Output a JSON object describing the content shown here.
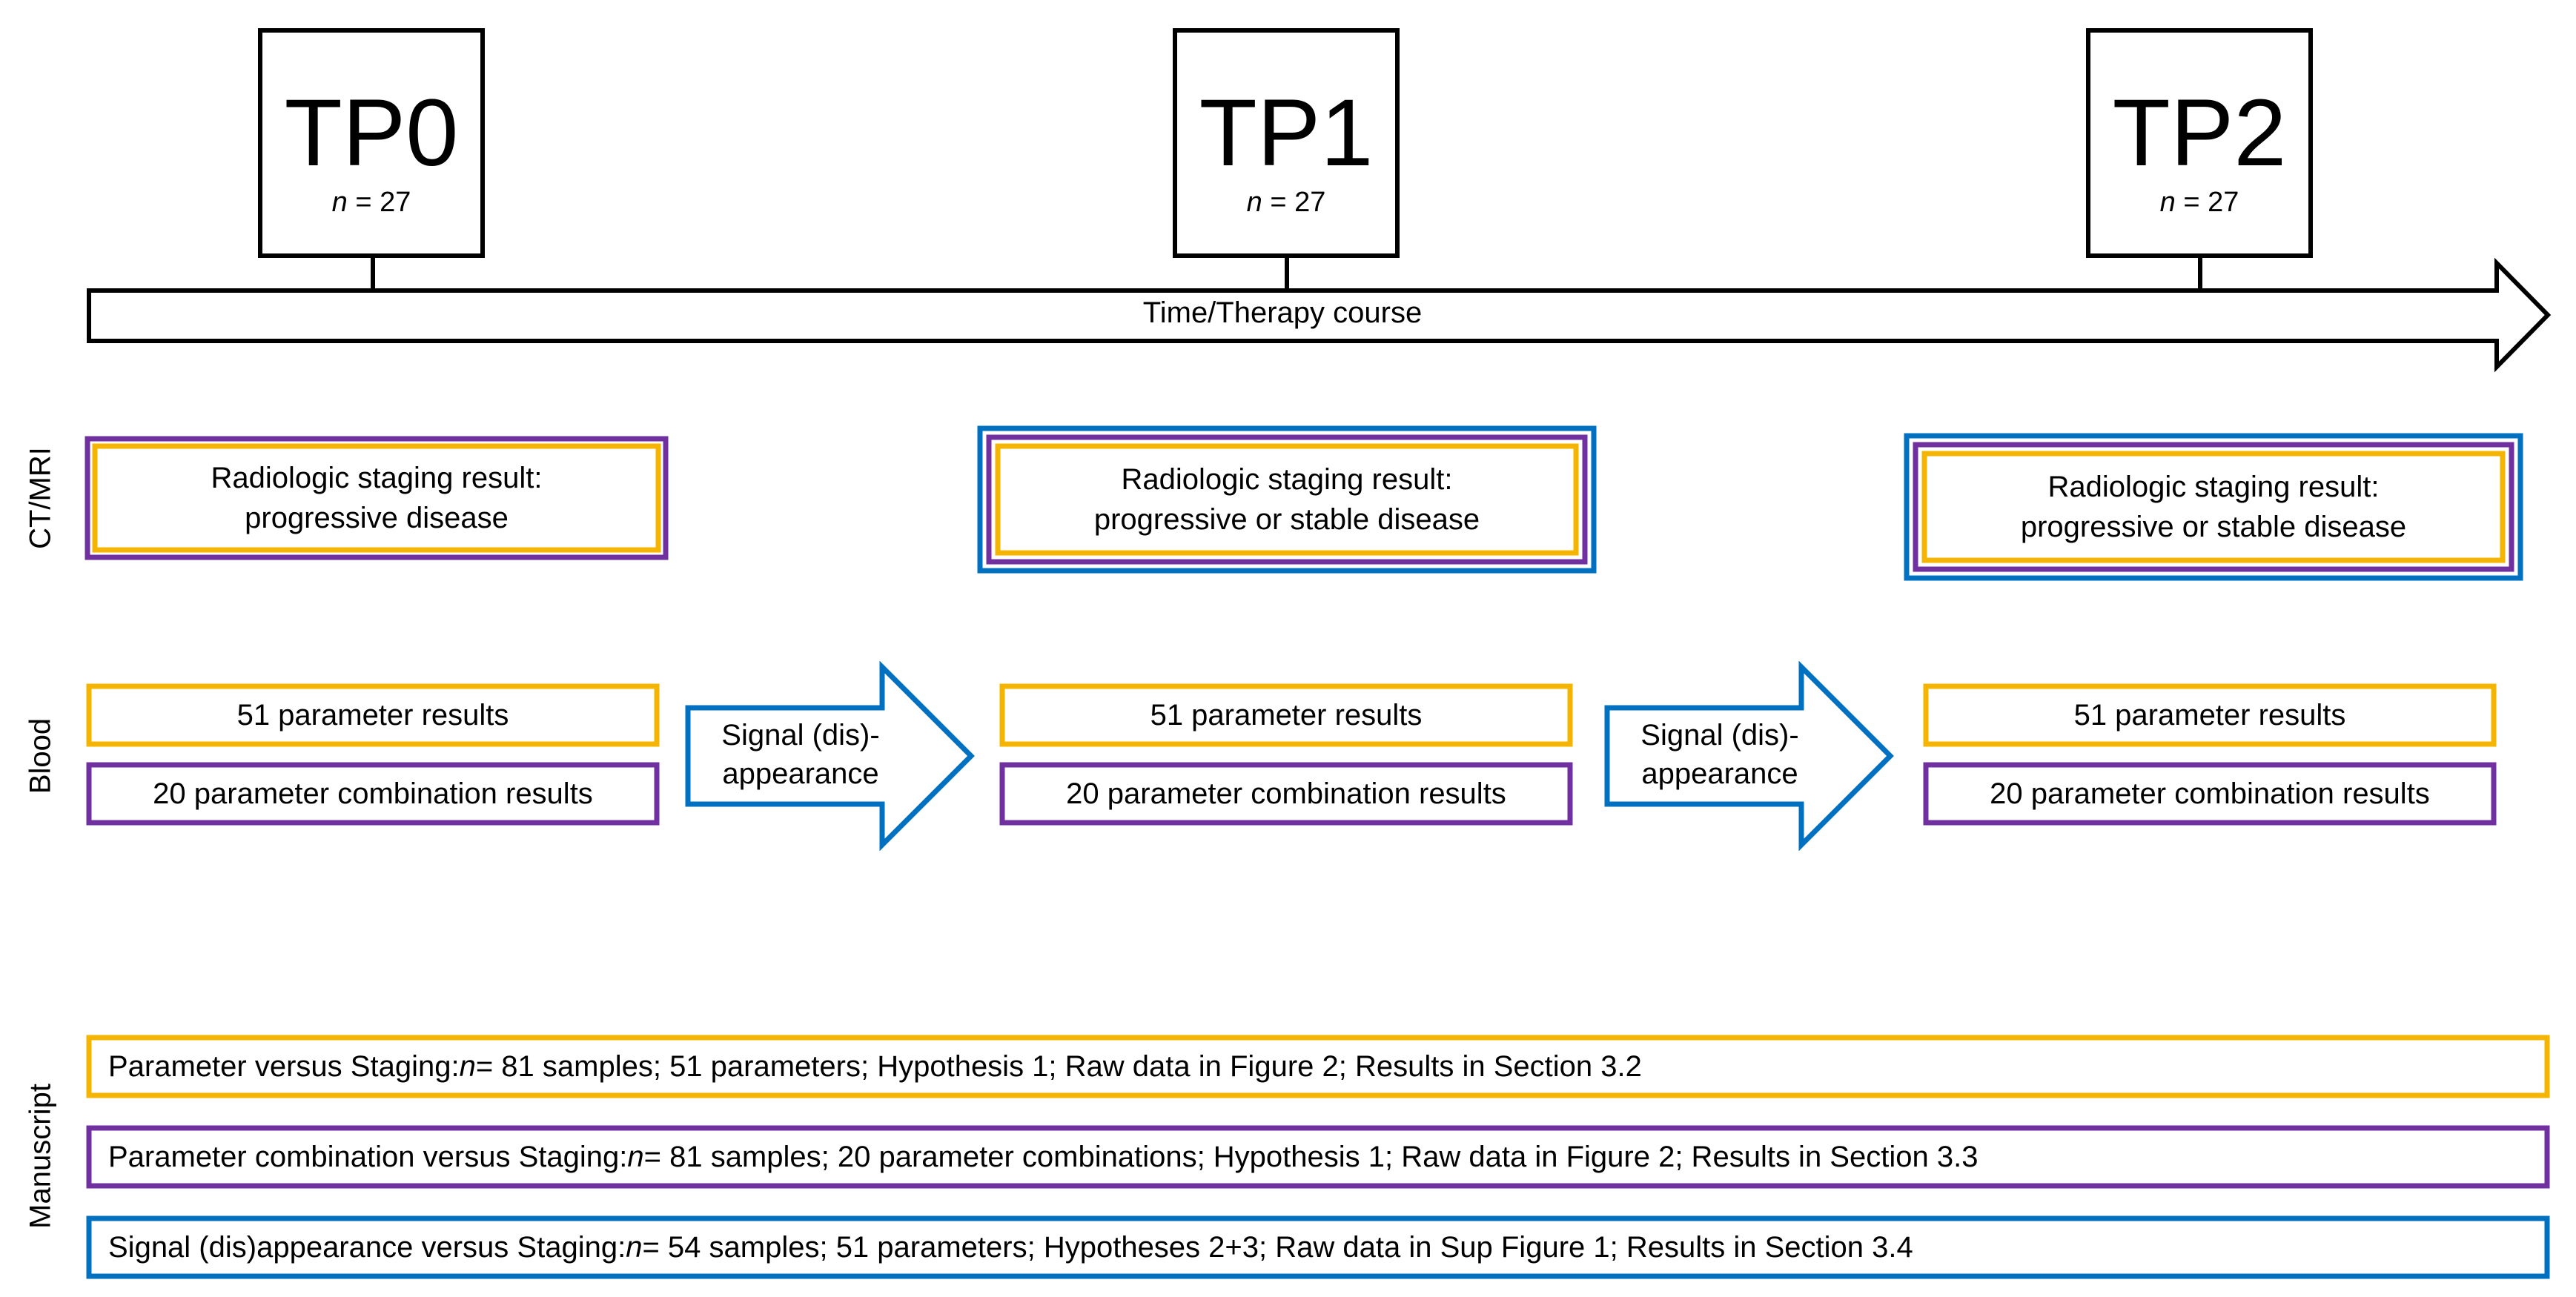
{
  "timepoints": [
    {
      "label": "TP0",
      "n_symbol": "n",
      "n_value": " = 27"
    },
    {
      "label": "TP1",
      "n_symbol": "n",
      "n_value": " = 27"
    },
    {
      "label": "TP2",
      "n_symbol": "n",
      "n_value": " = 27"
    }
  ],
  "timeline": {
    "label": "Time/Therapy course"
  },
  "rows": {
    "ct_mri": "CT/MRI",
    "blood": "Blood",
    "manuscript": "Manuscript"
  },
  "staging": [
    {
      "line1": "Radiologic staging result:",
      "line2": "progressive disease"
    },
    {
      "line1": "Radiologic staging result:",
      "line2": "progressive or stable disease"
    },
    {
      "line1": "Radiologic staging result:",
      "line2": "progressive or stable disease"
    }
  ],
  "blood": {
    "parameter_results": "51 parameter results",
    "combination_results": "20 parameter combination results"
  },
  "signal_arrow": {
    "line1": "Signal (dis)-",
    "line2": "appearance"
  },
  "manuscript": [
    {
      "prefix": "Parameter versus Staging: ",
      "n": "n",
      "suffix": " = 81 samples; 51 parameters; Hypothesis 1; Raw data in Figure 2; Results in Section 3.2"
    },
    {
      "prefix": "Parameter combination versus Staging: ",
      "n": "n",
      "suffix": " = 81 samples; 20 parameter combinations; Hypothesis 1; Raw data in Figure 2; Results in Section 3.3"
    },
    {
      "prefix": "Signal (dis)appearance versus Staging: ",
      "n": "n",
      "suffix": " = 54 samples; 51 parameters; Hypotheses 2+3; Raw data in Sup Figure 1; Results in Section 3.4"
    }
  ],
  "colors": {
    "yellow": "#F5B400",
    "purple": "#7030A0",
    "blue": "#0070C0",
    "black": "#000000"
  }
}
